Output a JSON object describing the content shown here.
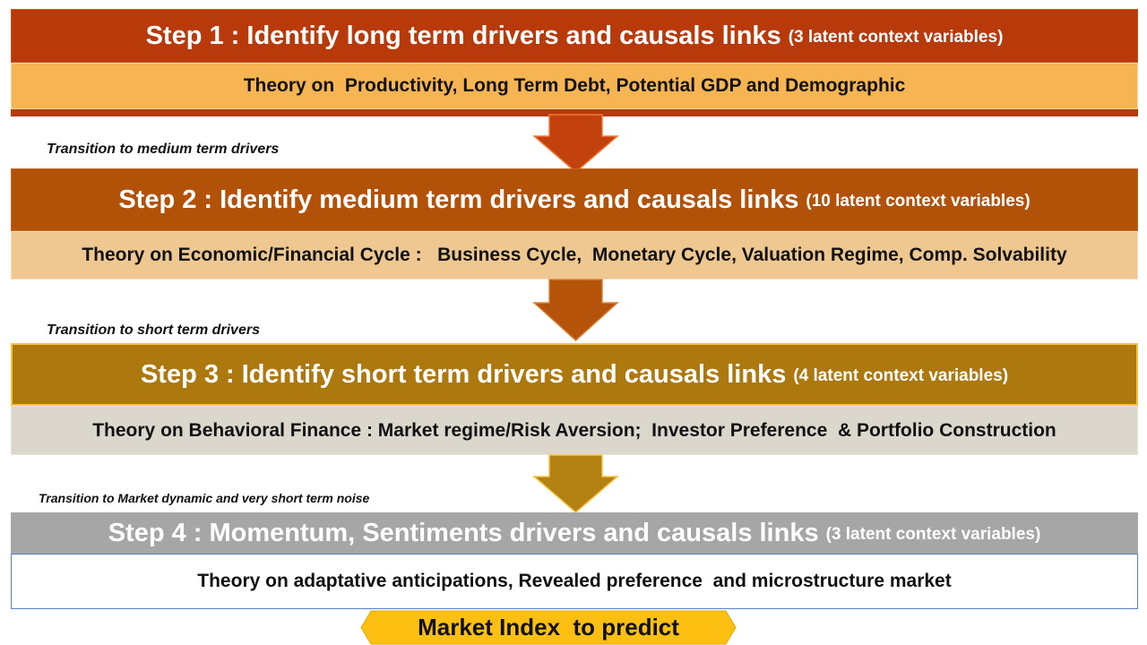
{
  "steps": [
    {
      "title": "Step 1 : Identify  long term drivers and causals links",
      "latent": "(3 latent context variables)",
      "theory": "Theory on  Productivity, Long Term Debt, Potential GDP and Demographic",
      "header_color": "#b83a0a",
      "body_color": "#f6b552"
    },
    {
      "title": "Step 2 : Identify medium term drivers and causals links",
      "latent": "(10 latent context variables)",
      "theory": "Theory on Economic/Financial Cycle :   Business Cycle,  Monetary Cycle, Valuation Regime, Comp. Solvability",
      "header_color": "#b25208",
      "body_color": "#efc891"
    },
    {
      "title": "Step 3 : Identify short term drivers and causals links",
      "latent": "(4 latent context  variables)",
      "theory": "Theory on Behavioral Finance : Market regime/Risk Aversion;  Investor Preference  & Portfolio Construction",
      "header_color": "#ad790f",
      "body_color": "#dcd7cc"
    },
    {
      "title": "Step 4 : Momentum, Sentiments drivers  and causals links",
      "latent": "(3 latent context variables)",
      "theory": "Theory on adaptative anticipations, Revealed preference  and microstructure market",
      "header_color": "#a6a6a6",
      "body_color": "#ffffff"
    }
  ],
  "transitions": [
    "Transition  to medium term drivers",
    "Transition  to short term drivers",
    "Transition to Market dynamic and very short term noise"
  ],
  "target": {
    "label": "Market Index  to predict",
    "color": "#fdbf12"
  },
  "arrow_colors": [
    "#c2410c",
    "#b45309",
    "#b48212"
  ]
}
